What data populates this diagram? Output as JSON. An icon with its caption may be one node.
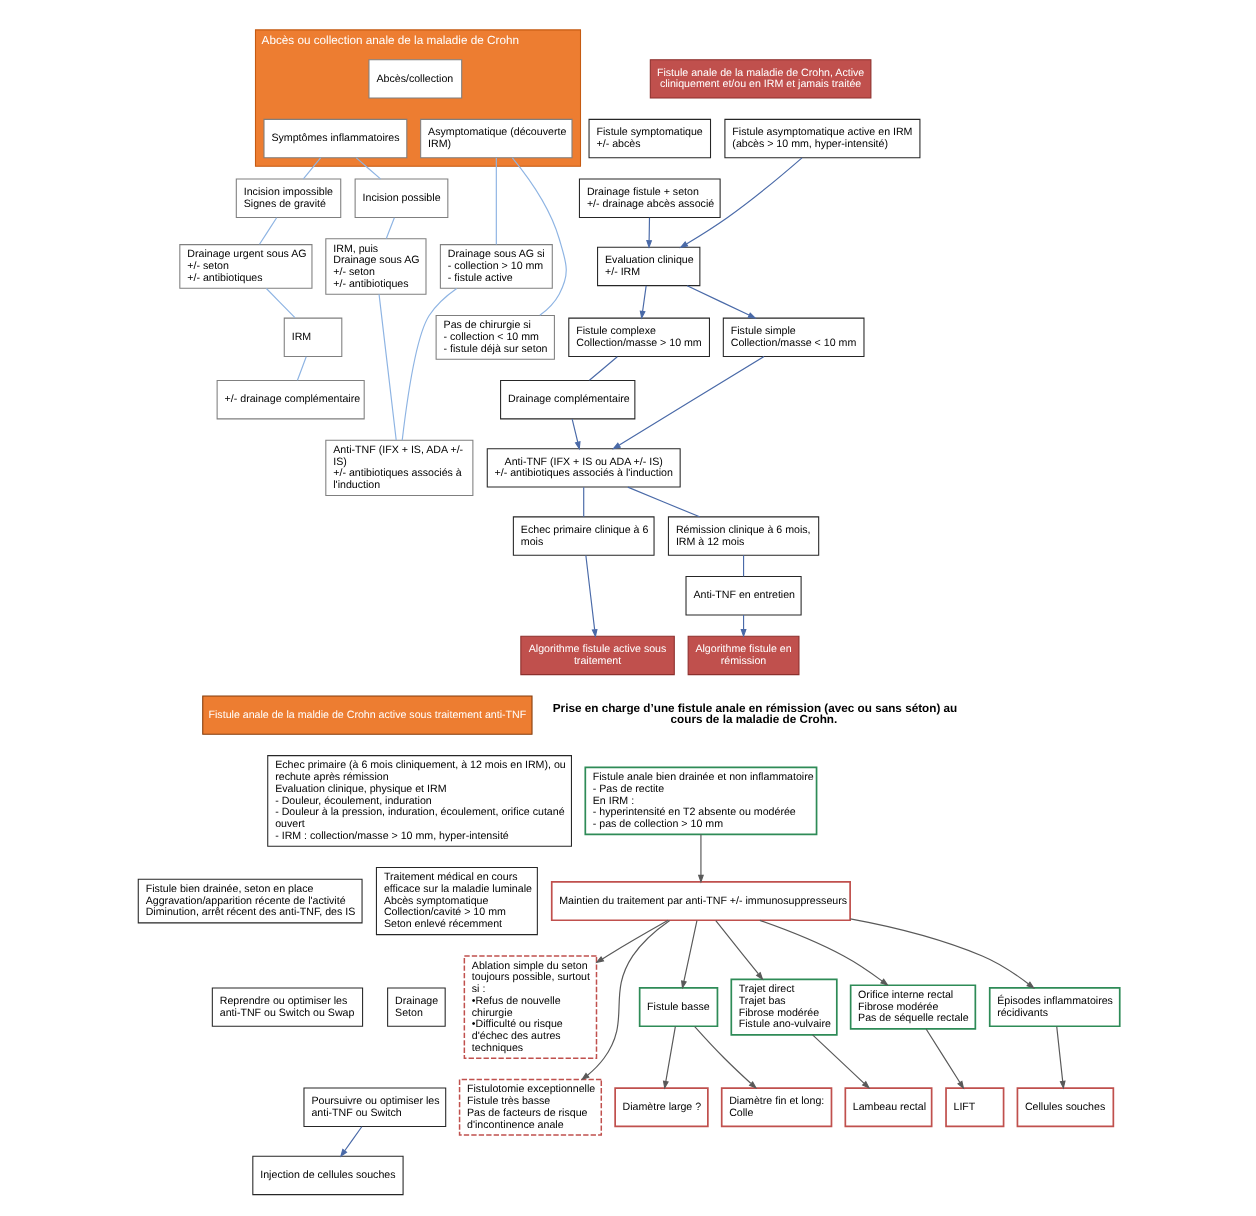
{
  "diagram": {
    "nodes": [
      {
        "text": [
          "Abcès ou collection anale de la maladie de Crohn"
        ]
      },
      {
        "text": [
          "Abcès/collection"
        ],
        "in": 0
      },
      {
        "text": [
          "Symptômes inflammatoires"
        ],
        "in": 0
      },
      {
        "text": [
          "Asymptomatique (découverte IRM)"
        ],
        "in": 0
      },
      {
        "text": [
          "Incision impossible",
          "Signes de gravité"
        ]
      },
      {
        "text": [
          "Incision possible"
        ]
      },
      {
        "text": [
          "Drainage urgent sous AG",
          "+/- seton",
          "+/- antibiotiques"
        ]
      },
      {
        "text": [
          "IRM, puis",
          "Drainage sous AG",
          "+/- seton",
          "+/- antibiotiques"
        ]
      },
      {
        "text": [
          "Drainage sous AG si",
          "- collection > 10 mm",
          "- fistule active"
        ]
      },
      {
        "text": [
          "IRM"
        ]
      },
      {
        "text": [
          "Pas de chirurgie si",
          "- collection < 10 mm",
          "- fistule déjà sur seton"
        ]
      },
      {
        "text": [
          "+/- drainage complémentaire"
        ]
      },
      {
        "text": [
          "Anti-TNF (IFX + IS, ADA +/- IS)",
          "+/- antibiotiques associés à l'induction"
        ]
      },
      {
        "text": [
          "Fistule anale de la maladie de Crohn, Active cliniquement et/ou en IRM et jamais traitée"
        ]
      },
      {
        "text": [
          "Fistule symptomatique",
          "+/- abcès"
        ]
      },
      {
        "text": [
          "Fistule asymptomatique active en IRM (abcès > 10 mm, hyper-intensité)"
        ]
      },
      {
        "text": [
          "Drainage fistule + seton",
          "+/- drainage abcès associé"
        ]
      },
      {
        "text": [
          "Evaluation clinique",
          "+/- IRM"
        ]
      },
      {
        "text": [
          "Fistule complexe",
          "Collection/masse > 10 mm"
        ]
      },
      {
        "text": [
          "Fistule simple",
          "Collection/masse < 10 mm"
        ]
      },
      {
        "text": [
          "Drainage complémentaire"
        ]
      },
      {
        "text": [
          "Anti-TNF (IFX + IS ou ADA +/- IS)",
          "+/- antibiotiques associés à l'induction"
        ]
      },
      {
        "text": [
          "Echec primaire clinique à 6 mois"
        ]
      },
      {
        "text": [
          "Rémission clinique à 6 mois, IRM à 12 mois"
        ]
      },
      {
        "text": [
          "Anti-TNF en entretien"
        ]
      },
      {
        "text": [
          "Algorithme fistule active sous traitement"
        ]
      },
      {
        "text": [
          "Algorithme fistule en rémission"
        ]
      },
      {
        "text": [
          "Fistule anale de la maldie de Crohn active sous traitement anti-TNF"
        ]
      },
      {
        "text": [
          "Echec primaire (à 6 mois cliniquement, à 12 mois en IRM), ou rechute après rémission",
          "Evaluation clinique, physique et IRM",
          "- Douleur, écoulement, induration",
          "- Douleur à la pression, induration, écoulement, orifice cutané ouvert",
          "- IRM : collection/masse > 10 mm, hyper-intensité"
        ]
      },
      {
        "text": [
          "Fistule bien drainée, seton en place",
          "Aggravation/apparition récente de l'activité",
          "Diminution, arrêt récent des anti-TNF, des IS"
        ]
      },
      {
        "text": [
          "Traitement médical en cours efficace sur la maladie luminale",
          "Abcès symptomatique",
          "Collection/cavité > 10 mm",
          "Seton enlevé récemment"
        ]
      },
      {
        "text": [
          "Reprendre ou optimiser les anti-TNF ou Switch ou Swap"
        ]
      },
      {
        "text": [
          "Drainage",
          "Seton"
        ]
      },
      {
        "text": [
          "Poursuivre ou optimiser les anti-TNF ou Switch"
        ]
      },
      {
        "text": [
          "Injection de cellules souches"
        ]
      },
      {
        "text": [
          "Fistule anale bien drainée et non inflammatoire - Pas de rectite",
          "En IRM :",
          "- hyperintensité en T2 absente ou modérée",
          "- pas de collection > 10 mm"
        ]
      },
      {
        "text": [
          "Maintien du traitement par anti-TNF +/- immunosuppresseurs"
        ]
      },
      {
        "text": [
          "Ablation simple du seton toujours possible, surtout si :",
          "•Refus de nouvelle chirurgie",
          "•Difficulté ou risque d'échec des autres techniques"
        ]
      },
      {
        "text": [
          "Fistule basse"
        ]
      },
      {
        "text": [
          "Trajet direct",
          "Trajet bas",
          "Fibrose modérée",
          "Fistule ano-vulvaire"
        ]
      },
      {
        "text": [
          "Orifice interne rectal",
          "Fibrose modérée",
          "Pas de séquelle rectale"
        ]
      },
      {
        "text": [
          "Épisodes inflammatoires récidivants"
        ]
      },
      {
        "text": [
          "Fistulotomie exceptionnelle",
          "Fistule très basse",
          "Pas de facteurs de risque d'incontinence anale"
        ]
      },
      {
        "text": [
          "Diamètre large ?"
        ]
      },
      {
        "text": [
          "Diamètre fin et long:",
          "Colle"
        ]
      },
      {
        "text": [
          "Lambeau rectal"
        ]
      },
      {
        "text": [
          "LIFT"
        ]
      },
      {
        "text": [
          "Cellules souches"
        ]
      }
    ],
    "edges": [
      {
        "from": 2,
        "to": 4,
        "arrow": "none",
        "color": "#8eb4e3"
      },
      {
        "from": 2,
        "to": 5,
        "arrow": "none",
        "color": "#8eb4e3"
      },
      {
        "from": 3,
        "to": 10,
        "arrow": "none",
        "color": "#8eb4e3"
      },
      {
        "from": 3,
        "to": 8,
        "arrow": "none",
        "color": "#8eb4e3"
      },
      {
        "from": 4,
        "to": 6,
        "arrow": "none",
        "color": "#8eb4e3"
      },
      {
        "from": 5,
        "to": 7,
        "arrow": "none",
        "color": "#8eb4e3"
      },
      {
        "from": 6,
        "to": 9,
        "arrow": "none",
        "color": "#8eb4e3"
      },
      {
        "from": 9,
        "to": 11,
        "arrow": "none",
        "color": "#8eb4e3"
      },
      {
        "from": 7,
        "to": 12,
        "arrow": "none",
        "color": "#8eb4e3"
      },
      {
        "from": 8,
        "to": 12,
        "arrow": "none",
        "color": "#8eb4e3"
      },
      {
        "from": 16,
        "to": 17,
        "arrow": "to"
      },
      {
        "from": 15,
        "to": 17,
        "arrow": "to"
      },
      {
        "from": 17,
        "to": 18,
        "arrow": "to"
      },
      {
        "from": 17,
        "to": 19,
        "arrow": "to"
      },
      {
        "from": 18,
        "to": 20,
        "arrow": "none"
      },
      {
        "from": 20,
        "to": 21,
        "arrow": "to"
      },
      {
        "from": 19,
        "to": 21,
        "arrow": "to"
      },
      {
        "from": 21,
        "to": 22,
        "arrow": "none"
      },
      {
        "from": 21,
        "to": 23,
        "arrow": "none"
      },
      {
        "from": 22,
        "to": 25,
        "arrow": "to"
      },
      {
        "from": 23,
        "to": 24,
        "arrow": "none"
      },
      {
        "from": 24,
        "to": 26,
        "arrow": "to"
      },
      {
        "from": 33,
        "to": 34,
        "arrow": "to"
      },
      {
        "from": 35,
        "to": 36,
        "arrow": "to",
        "color": "#595959"
      },
      {
        "from": 36,
        "to": 37,
        "arrow": "to",
        "color": "#595959"
      },
      {
        "from": 36,
        "to": 42,
        "arrow": "to",
        "color": "#595959"
      },
      {
        "from": 36,
        "to": 38,
        "arrow": "to",
        "color": "#595959"
      },
      {
        "from": 36,
        "to": 39,
        "arrow": "to",
        "color": "#595959"
      },
      {
        "from": 36,
        "to": 40,
        "arrow": "to",
        "color": "#595959"
      },
      {
        "from": 36,
        "to": 41,
        "arrow": "to",
        "color": "#595959"
      },
      {
        "from": 38,
        "to": 43,
        "arrow": "to",
        "color": "#595959"
      },
      {
        "from": 38,
        "to": 44,
        "arrow": "to",
        "color": "#595959"
      },
      {
        "from": 39,
        "to": 45,
        "arrow": "to",
        "color": "#595959"
      },
      {
        "from": 40,
        "to": 46,
        "arrow": "to",
        "color": "#595959"
      },
      {
        "from": 41,
        "to": 47,
        "arrow": "to",
        "color": "#595959"
      }
    ],
    "labels": [
      "Prise en charge d’une fistule anale en rémission (avec ou sans séton) au cours de la maladie de Crohn."
    ]
  }
}
